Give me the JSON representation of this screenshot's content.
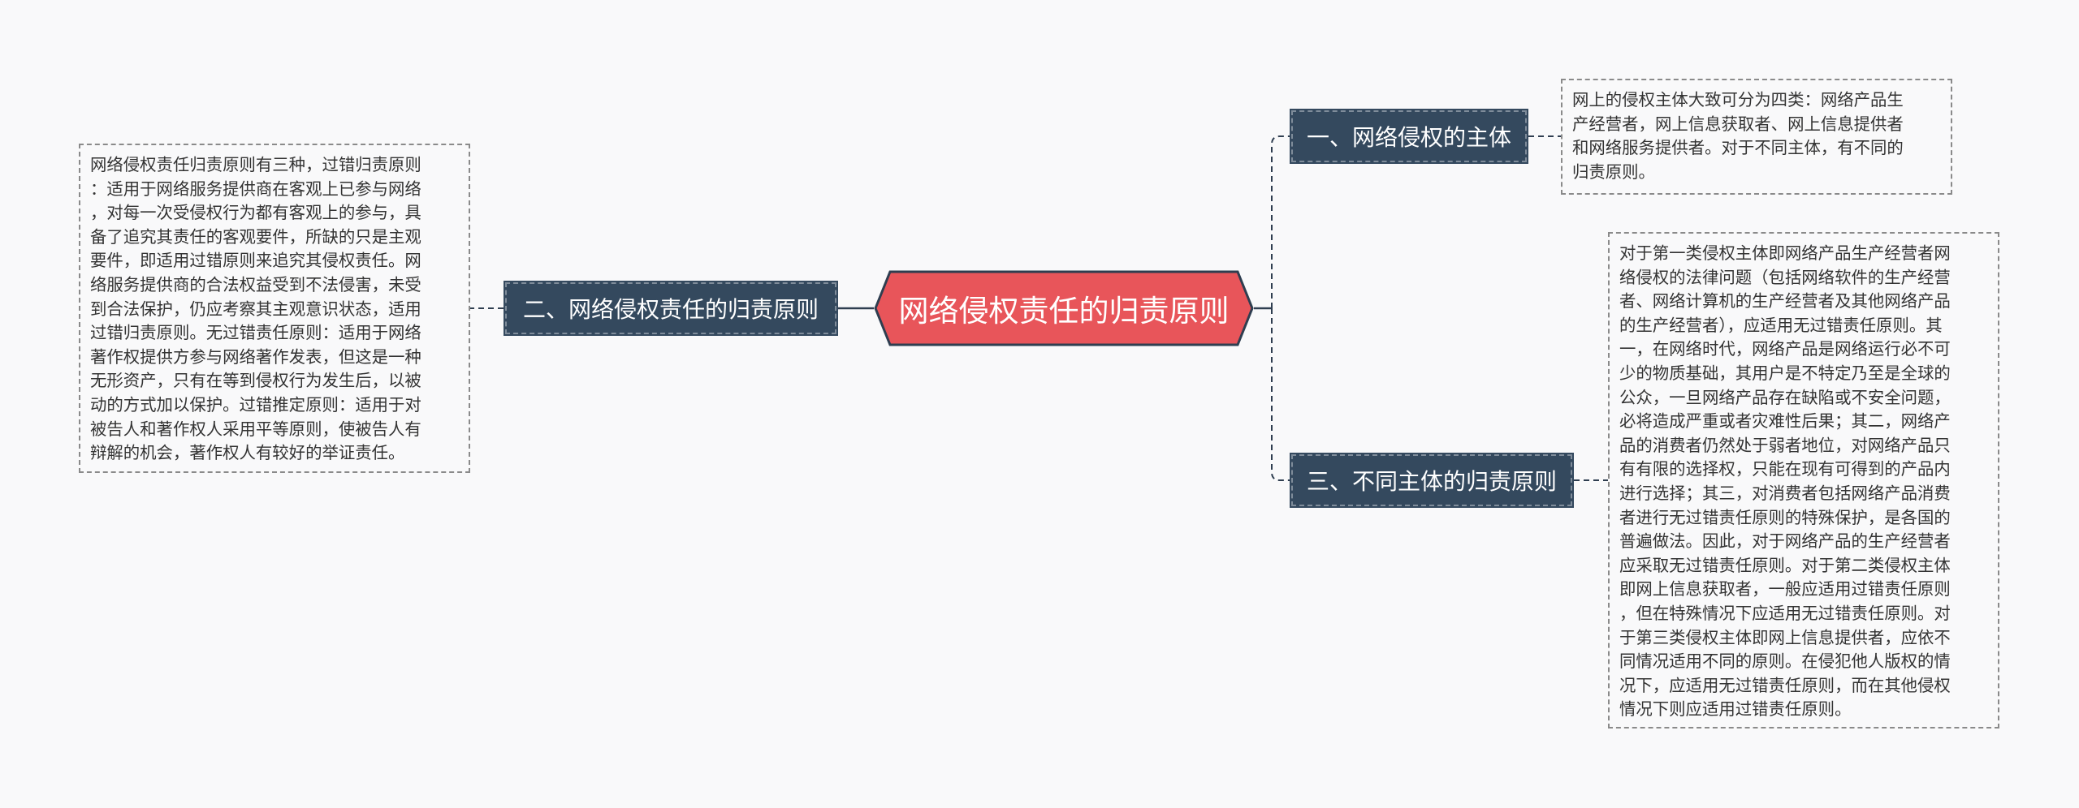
{
  "central": {
    "title": "网络侵权责任的归责原则"
  },
  "branches": {
    "subject": {
      "label": "一、网络侵权的主体",
      "detail": "网上的侵权主体大致可分为四类：网络产品生\n产经营者，网上信息获取者、网上信息提供者\n和网络服务提供者。对于不同主体，有不同的\n归责原则。"
    },
    "principle": {
      "label": "二、网络侵权责任的归责原则",
      "detail": "网络侵权责任归责原则有三种，过错归责原则\n：适用于网络服务提供商在客观上已参与网络\n，对每一次受侵权行为都有客观上的参与，具\n备了追究其责任的客观要件，所缺的只是主观\n要件，即适用过错原则来追究其侵权责任。网\n络服务提供商的合法权益受到不法侵害，未受\n到合法保护，仍应考察其主观意识状态，适用\n过错归责原则。无过错责任原则：适用于网络\n著作权提供方参与网络著作发表，但这是一种\n无形资产，只有在等到侵权行为发生后，以被\n动的方式加以保护。过错推定原则：适用于对\n被告人和著作权人采用平等原则，使被告人有\n辩解的机会，著作权人有较好的举证责任。"
    },
    "different": {
      "label": "三、不同主体的归责原则",
      "detail": "对于第一类侵权主体即网络产品生产经营者网\n络侵权的法律问题（包括网络软件的生产经营\n者、网络计算机的生产经营者及其他网络产品\n的生产经营者），应适用无过错责任原则。其\n一，在网络时代，网络产品是网络运行必不可\n少的物质基础，其用户是不特定乃至是全球的\n公众，一旦网络产品存在缺陷或不安全问题，\n必将造成严重或者灾难性后果；其二，网络产\n品的消费者仍然处于弱者地位，对网络产品只\n有有限的选择权，只能在现有可得到的产品内\n进行选择；其三，对消费者包括网络产品消费\n者进行无过错责任原则的特殊保护，是各国的\n普遍做法。因此，对于网络产品的生产经营者\n应采取无过错责任原则。对于第二类侵权主体\n即网上信息获取者，一般应适用过错责任原则\n，但在特殊情况下应适用无过错责任原则。对\n于第三类侵权主体即网上信息提供者，应依不\n同情况适用不同的原则。在侵犯他人版权的情\n况下，应适用无过错责任原则，而在其他侵权\n情况下则应适用过错责任原则。"
    }
  },
  "colors": {
    "background": "#f9f9fa",
    "central_fill": "#e8555a",
    "central_border": "#2f3e50",
    "branch_fill": "#34495e",
    "connector": "#2f3e50",
    "leaf_border": "#8a8a8a"
  }
}
